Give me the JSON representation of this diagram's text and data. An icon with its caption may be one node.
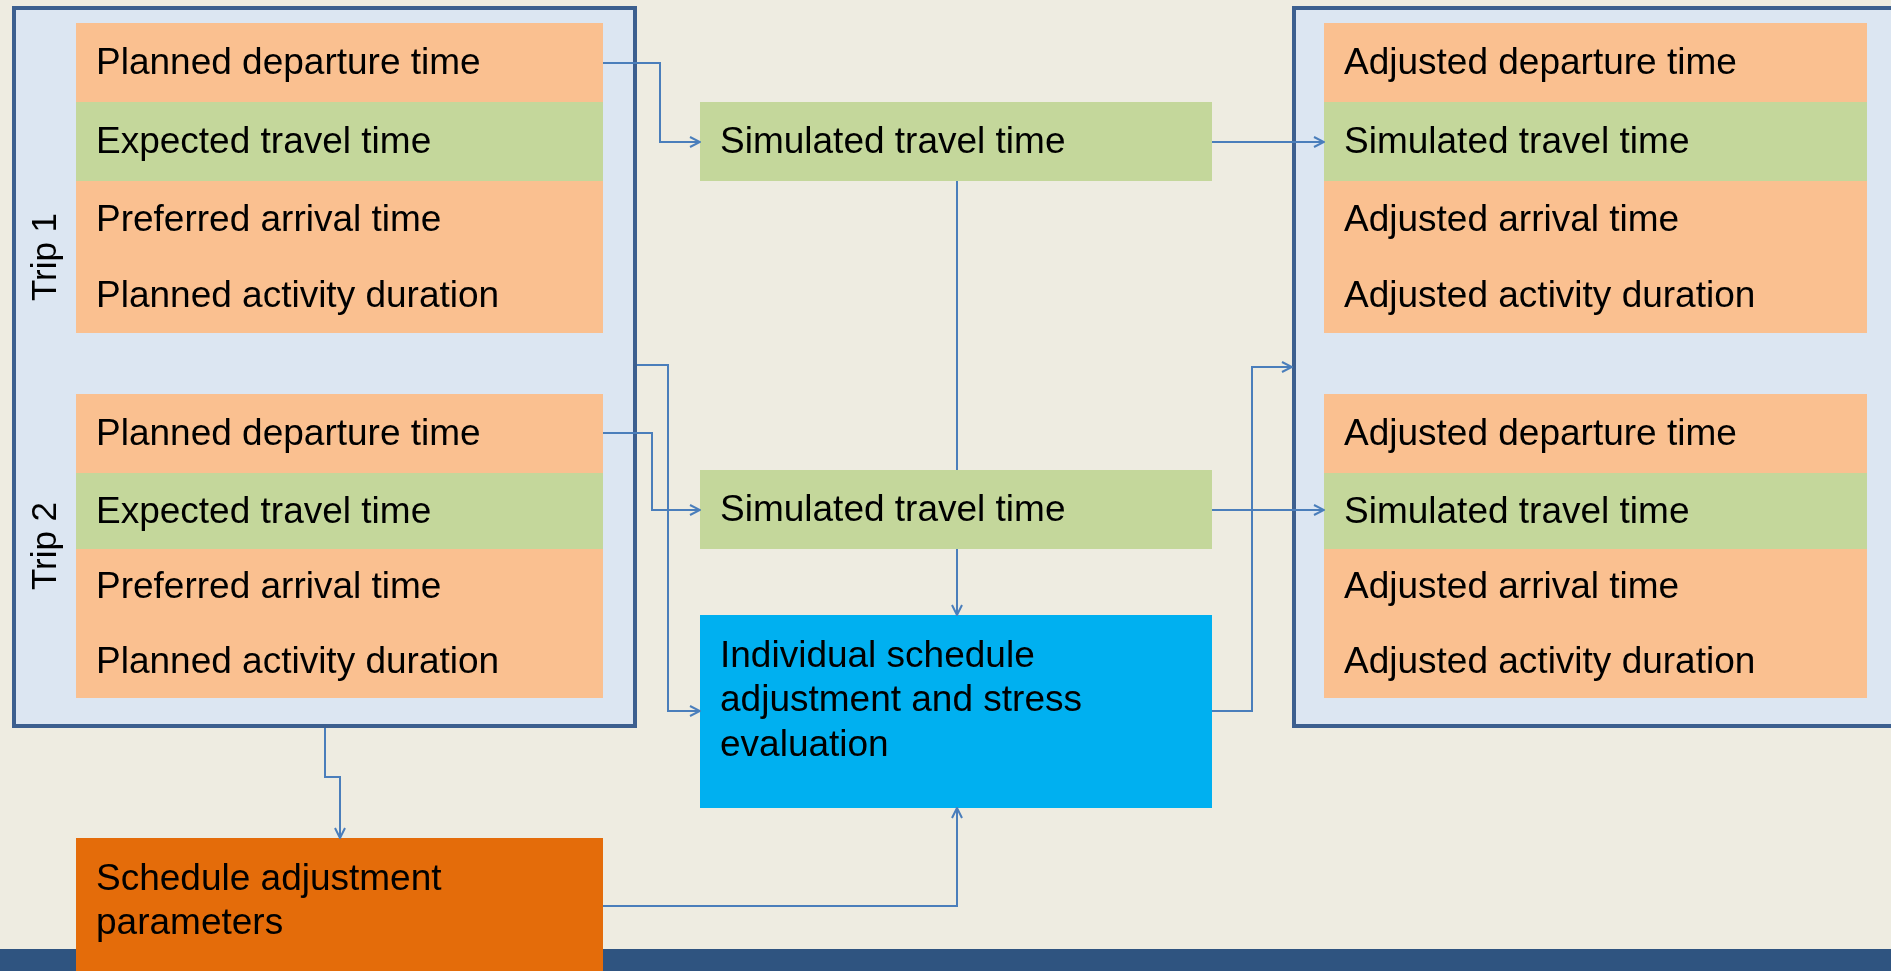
{
  "diagram": {
    "nodes": [
      {
        "text": [],
        "shape": "box"
      },
      {
        "text": [
          "Planned departure time"
        ],
        "in": 0
      },
      {
        "text": [
          "Expected travel time"
        ],
        "in": 0
      },
      {
        "text": [
          "Preferred arrival time",
          "Planned activity duration"
        ],
        "in": 0
      },
      {
        "text": [
          "Planned departure time"
        ],
        "in": 0
      },
      {
        "text": [
          "Expected travel time"
        ],
        "in": 0
      },
      {
        "text": [
          "Preferred arrival time",
          "Planned activity duration"
        ],
        "in": 0
      },
      {
        "text": [
          "Simulated travel time"
        ]
      },
      {
        "text": [
          "Simulated travel time"
        ]
      },
      {
        "text": [
          "Individual schedule adjustment and stress evaluation"
        ]
      },
      {
        "text": [
          "Schedule adjustment parameters"
        ]
      },
      {
        "text": [],
        "shape": "box"
      },
      {
        "text": [
          "Adjusted departure time"
        ],
        "in": 11
      },
      {
        "text": [
          "Simulated travel time"
        ],
        "in": 11
      },
      {
        "text": [
          "Adjusted arrival time",
          "Adjusted activity duration"
        ],
        "in": 11
      },
      {
        "text": [
          "Adjusted departure time"
        ],
        "in": 11
      },
      {
        "text": [
          "Simulated travel time"
        ],
        "in": 11
      },
      {
        "text": [
          "Adjusted arrival time",
          "Adjusted activity duration"
        ],
        "in": 11
      }
    ],
    "edges": [
      {
        "from": 1,
        "to": 7,
        "arrow": "to"
      },
      {
        "from": 4,
        "to": 8,
        "arrow": "to"
      },
      {
        "from": 0,
        "to": 9,
        "arrow": "to"
      },
      {
        "from": 0,
        "to": 10,
        "arrow": "to"
      },
      {
        "from": 7,
        "to": 8,
        "arrow": "none"
      },
      {
        "from": 8,
        "to": 9,
        "arrow": "to"
      },
      {
        "from": 7,
        "to": 13,
        "arrow": "to"
      },
      {
        "from": 8,
        "to": 16,
        "arrow": "to"
      },
      {
        "from": 9,
        "to": 11,
        "arrow": "to"
      },
      {
        "from": 10,
        "to": 9,
        "arrow": "to"
      }
    ],
    "labels": [
      "Trip 1",
      "Trip 2"
    ]
  }
}
